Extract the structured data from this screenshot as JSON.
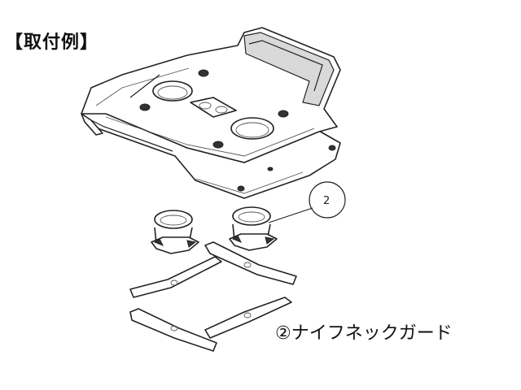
{
  "title": "【取付例】",
  "callout": {
    "balloon_number": "2",
    "label": "②ナイフネックガード"
  }
}
